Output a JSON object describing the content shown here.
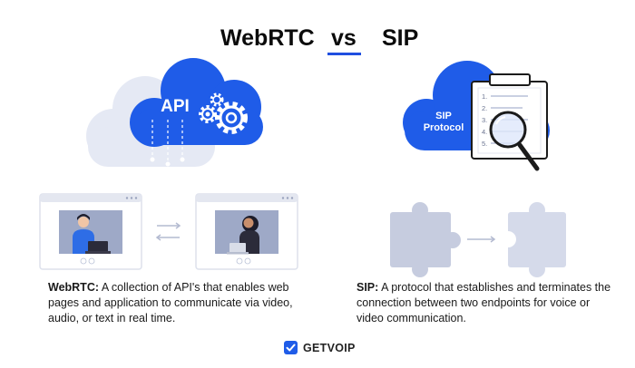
{
  "title": {
    "left": "WebRTC",
    "vs": "vs",
    "right": "SIP"
  },
  "webrtc": {
    "cloud_label": "API",
    "term": "WebRTC:",
    "description": "A collection of API's that enables web pages and application to communicate via video, audio, or text in real time."
  },
  "sip": {
    "cloud_label_line1": "SIP",
    "cloud_label_line2": "Protocol",
    "term": "SIP:",
    "description": "A protocol that establishes and terminates the connection between two endpoints for voice or video communication.",
    "checklist_numbers": [
      "1.",
      "2.",
      "3.",
      "4.",
      "5."
    ]
  },
  "brand": {
    "name": "GETVOIP"
  },
  "colors": {
    "accent": "#1f5ce8",
    "cloud_light": "#dfe4f2",
    "puzzle": "#c5cbe0",
    "window_frame": "#e1e4ee",
    "video_bg": "#9da8c6"
  }
}
